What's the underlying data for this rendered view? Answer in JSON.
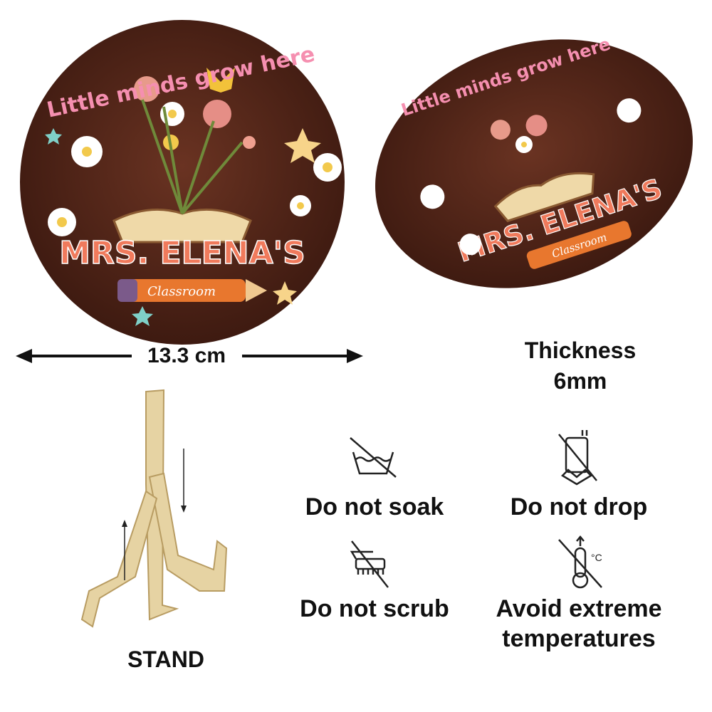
{
  "sign": {
    "top_text": "Little minds grow here",
    "name": "MRS. ELENA'S",
    "subtitle": "Classroom"
  },
  "dimension": {
    "label": "13.3 cm"
  },
  "thickness": {
    "line1": "Thickness",
    "line2": "6mm"
  },
  "stand": {
    "label": "STAND"
  },
  "care": [
    {
      "icon": "no-soak-icon",
      "label": "Do not soak"
    },
    {
      "icon": "no-drop-icon",
      "label": "Do not drop"
    },
    {
      "icon": "no-scrub-icon",
      "label": "Do not scrub"
    },
    {
      "icon": "no-extreme-temperature-icon",
      "label_line1": "Avoid extreme",
      "label_line2": "temperatures"
    }
  ],
  "colors": {
    "wood": "#4a2216",
    "name_text": "#f07a5c",
    "pencil": "#e8772e",
    "stand_wood": "#e6d3a3"
  }
}
